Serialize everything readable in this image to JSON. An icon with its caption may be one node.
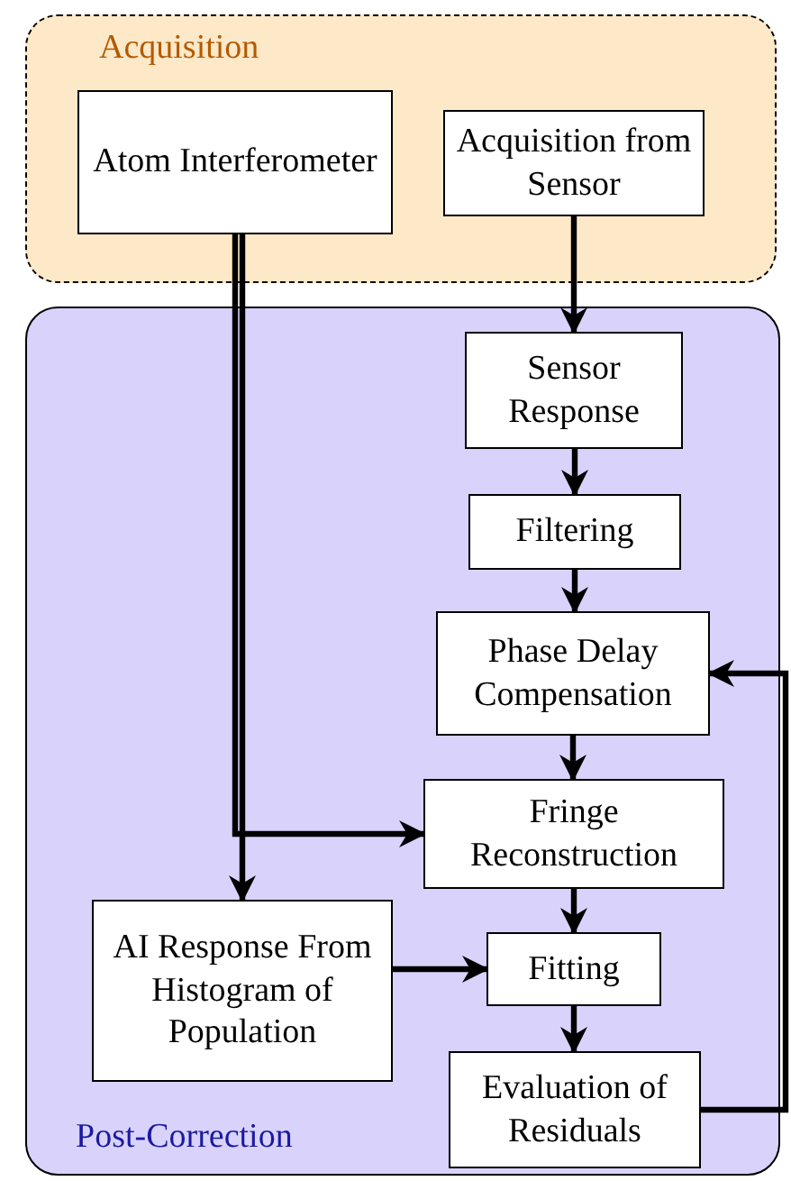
{
  "diagram": {
    "nodes": [
      {
        "text": [
          "Acquisition"
        ]
      },
      {
        "text": [
          "Atom Interferometer"
        ],
        "in": 0
      },
      {
        "text": [
          "Acquisition from Sensor"
        ],
        "in": 0
      },
      {
        "text": [
          "Post-Correction"
        ]
      },
      {
        "text": [
          "Sensor Response"
        ],
        "in": 3
      },
      {
        "text": [
          "Filtering"
        ],
        "in": 3
      },
      {
        "text": [
          "Phase Delay Compensation"
        ],
        "in": 3
      },
      {
        "text": [
          "Fringe Reconstruction"
        ],
        "in": 3
      },
      {
        "text": [
          "AI Response From Histogram of Population"
        ],
        "in": 3
      },
      {
        "text": [
          "Fitting"
        ],
        "in": 3
      },
      {
        "text": [
          "Evaluation of Residuals"
        ],
        "in": 3
      }
    ],
    "edges": [
      {
        "from": 2,
        "to": 4,
        "arrow": "to"
      },
      {
        "from": 1,
        "to": 8,
        "arrow": "to"
      },
      {
        "from": 1,
        "to": 7,
        "arrow": "to"
      },
      {
        "from": 4,
        "to": 5,
        "arrow": "to"
      },
      {
        "from": 5,
        "to": 6,
        "arrow": "to"
      },
      {
        "from": 6,
        "to": 7,
        "arrow": "to"
      },
      {
        "from": 7,
        "to": 9,
        "arrow": "to"
      },
      {
        "from": 8,
        "to": 9,
        "arrow": "to"
      },
      {
        "from": 9,
        "to": 10,
        "arrow": "to"
      },
      {
        "from": 10,
        "to": 6,
        "arrow": "to"
      }
    ]
  }
}
